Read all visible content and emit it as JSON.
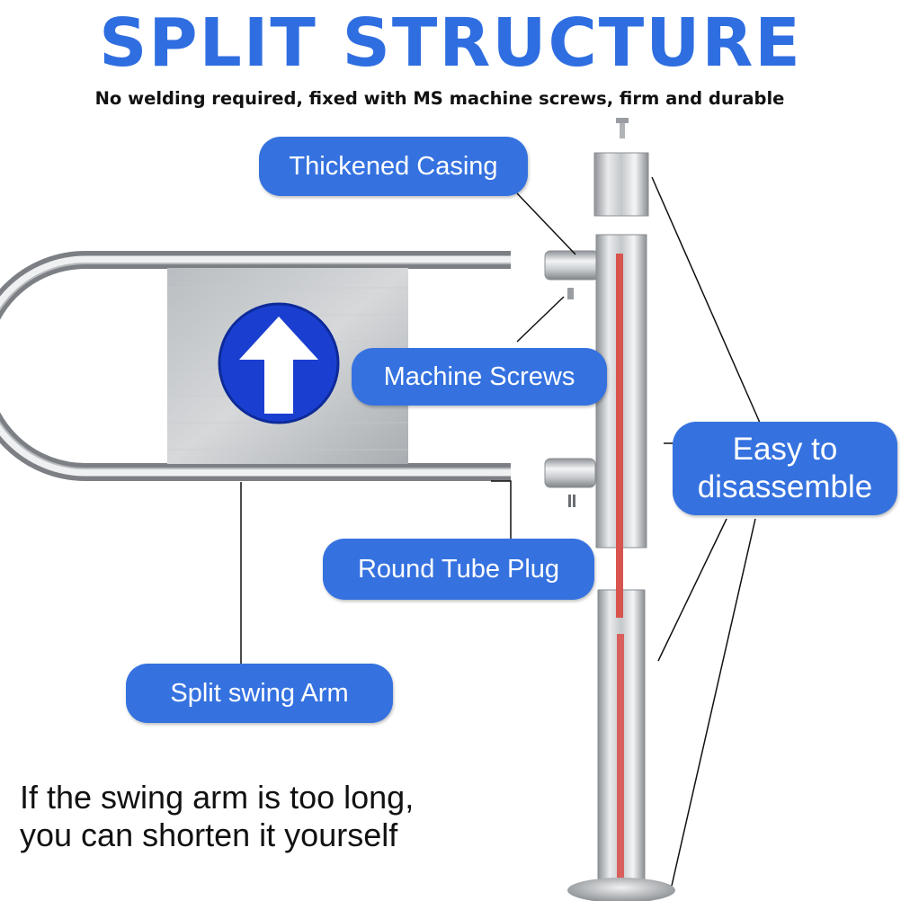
{
  "title": "SPLIT STRUCTURE",
  "subtitle": "No welding required, fixed with MS machine screws, firm and durable",
  "labels": {
    "thickened_casing": "Thickened Casing",
    "machine_screws": "Machine Screws",
    "easy_disassemble_line1": "Easy to",
    "easy_disassemble_line2": "disassemble",
    "round_tube_plug": "Round Tube Plug",
    "split_swing_arm": "Split swing Arm"
  },
  "note": {
    "line1": "If the swing arm is too long,",
    "line2": "you can shorten it yourself"
  },
  "colors": {
    "accent_blue": "#3572e0",
    "title_blue": "#2f6ee0",
    "arrow_circle": "#1a3fd0",
    "core_red": "#d9534f"
  },
  "icons": [
    "up-arrow-icon"
  ]
}
